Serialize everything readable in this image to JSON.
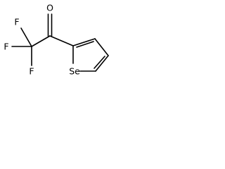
{
  "molecule": {
    "atoms": {
      "oxygen": "O",
      "fluorine_left": "F",
      "fluorine_top": "F",
      "fluorine_bottom": "F",
      "selenium": "Se"
    }
  }
}
